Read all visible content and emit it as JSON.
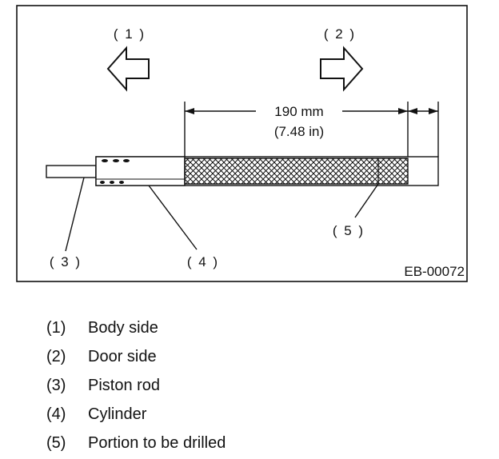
{
  "diagram": {
    "callouts": {
      "c1": "( 1 )",
      "c2": "( 2 )",
      "c3": "( 3 )",
      "c4": "( 4 )",
      "c5": "( 5 )"
    },
    "dimension": {
      "metric": "190 mm",
      "imperial": "(7.48 in)"
    },
    "figure_code": "EB-00072"
  },
  "legend": [
    {
      "num": "(1)",
      "text": "Body side"
    },
    {
      "num": "(2)",
      "text": "Door side"
    },
    {
      "num": "(3)",
      "text": "Piston rod"
    },
    {
      "num": "(4)",
      "text": "Cylinder"
    },
    {
      "num": "(5)",
      "text": "Portion to be drilled"
    }
  ]
}
